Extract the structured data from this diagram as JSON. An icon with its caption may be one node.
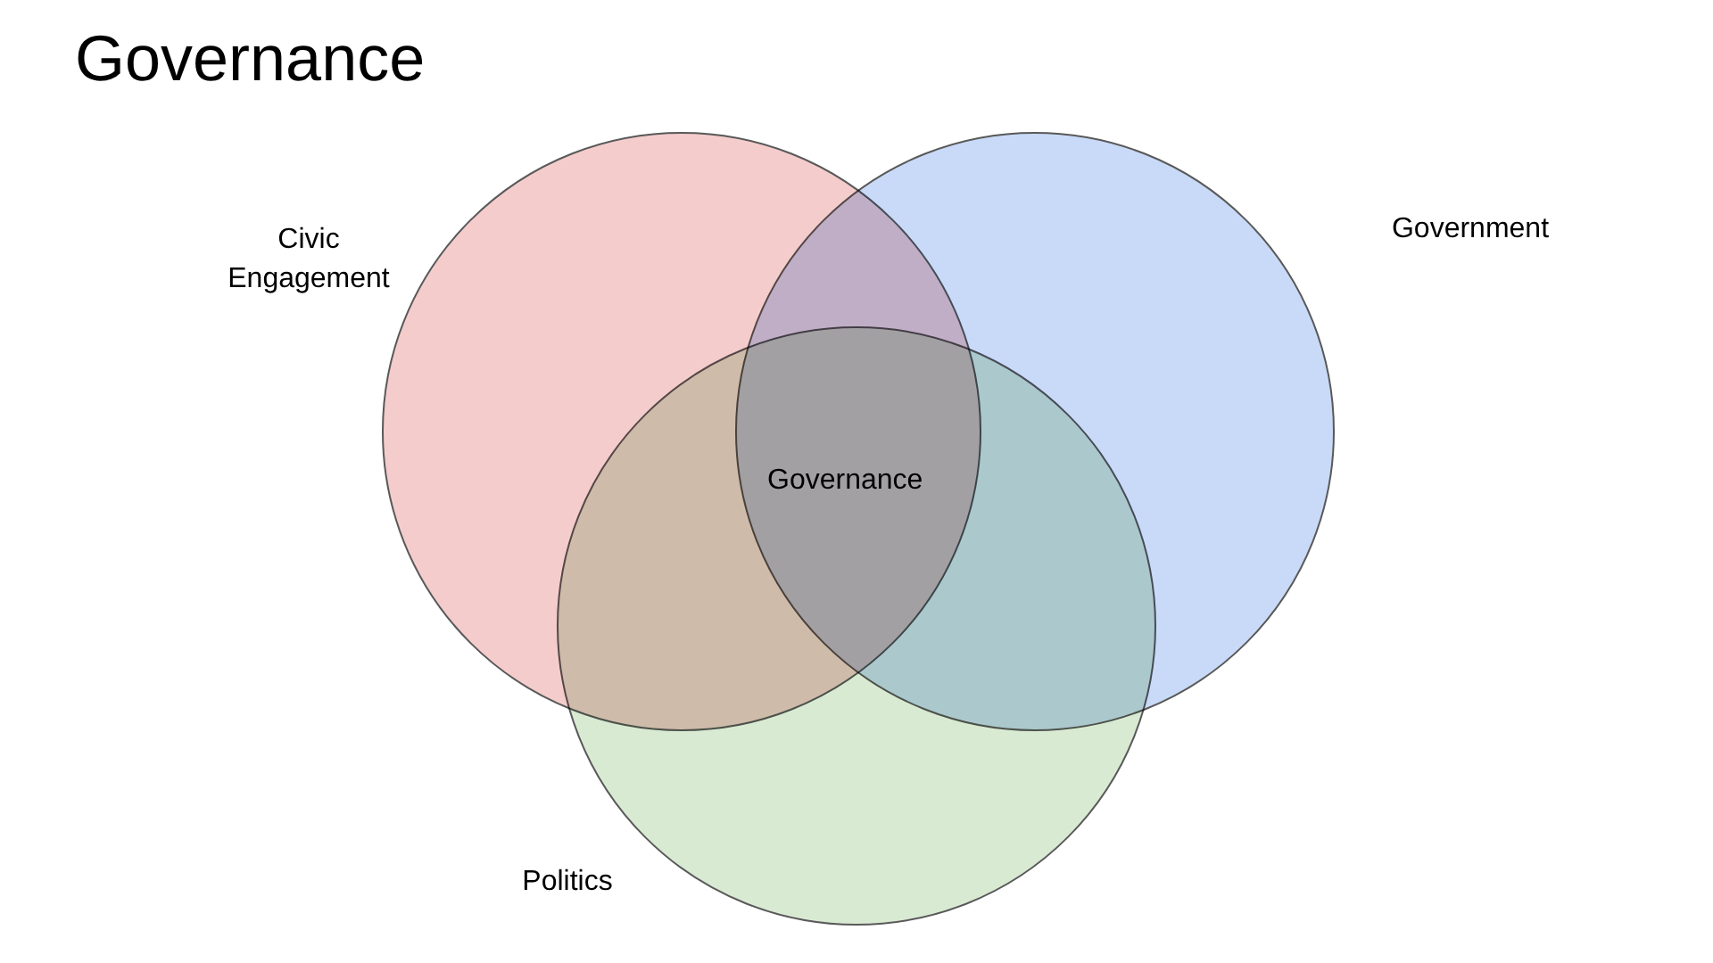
{
  "diagram": {
    "title": "Governance",
    "nodes": [
      {
        "text": [
          "Civic Engagement"
        ]
      },
      {
        "text": [
          "Government"
        ]
      },
      {
        "text": [
          "Politics"
        ]
      }
    ],
    "labels": [
      "Governance"
    ]
  }
}
